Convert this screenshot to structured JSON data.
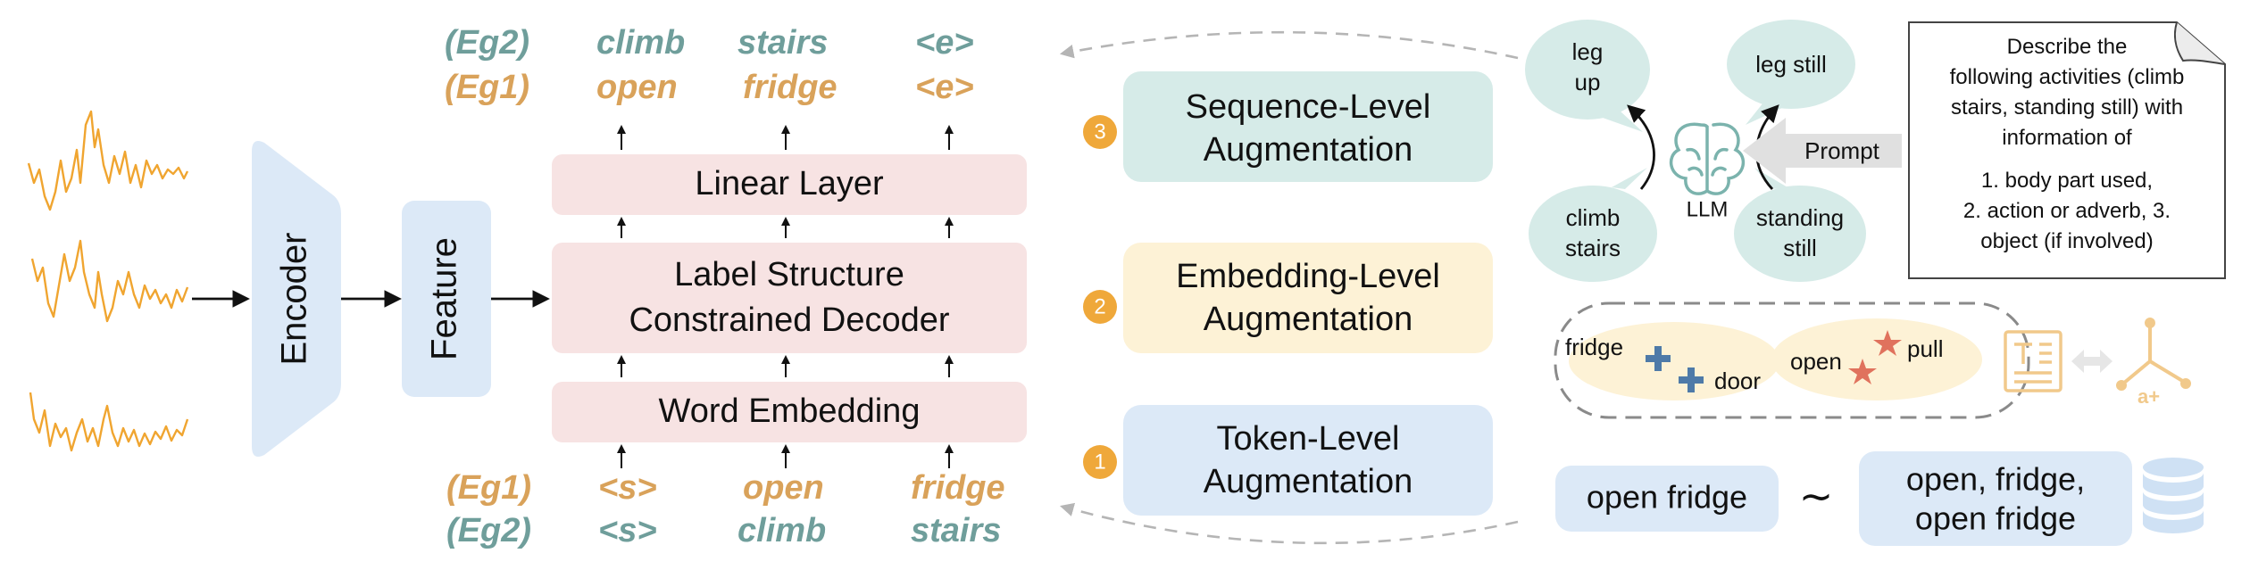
{
  "colors": {
    "teal_text": "#6f9e9b",
    "gold_text": "#d9a25a",
    "pink_box": "#f7e3e3",
    "blue_box": "#dce9f7",
    "teal_box": "#d6ebe8",
    "cream_box": "#fdf2d6",
    "orange_badge": "#efa83a",
    "signal": "#f0a530",
    "dark": "#111111",
    "gray_arrow": "#b5b5b5",
    "cross": "#4e7aa8",
    "star": "#e0725d"
  },
  "model": {
    "encoder_label": "Encoder",
    "feature_label": "Feature",
    "linear_label": "Linear Layer",
    "decoder_line1": "Label Structure",
    "decoder_line2": "Constrained Decoder",
    "embedding_label": "Word Embedding"
  },
  "outputs": {
    "eg2": {
      "tag": "(Eg2)",
      "tokens": [
        "climb",
        "stairs",
        "<e>"
      ]
    },
    "eg1": {
      "tag": "(Eg1)",
      "tokens": [
        "open",
        "fridge",
        "<e>"
      ]
    }
  },
  "inputs": {
    "eg1": {
      "tag": "(Eg1)",
      "tokens": [
        "<s>",
        "open",
        "fridge"
      ]
    },
    "eg2": {
      "tag": "(Eg2)",
      "tokens": [
        "<s>",
        "climb",
        "stairs"
      ]
    }
  },
  "augmentations": {
    "sequence": {
      "badge": "3",
      "line1": "Sequence-Level",
      "line2": "Augmentation"
    },
    "embedding": {
      "badge": "2",
      "line1": "Embedding-Level",
      "line2": "Augmentation"
    },
    "token": {
      "badge": "1",
      "line1": "Token-Level",
      "line2": "Augmentation"
    }
  },
  "llm": {
    "label": "LLM",
    "bubble_leg_up": [
      "leg",
      "up"
    ],
    "bubble_leg_still": "leg still",
    "bubble_climb": [
      "climb",
      "stairs"
    ],
    "bubble_standing": [
      "standing",
      "still"
    ],
    "prompt_label": "Prompt",
    "prompt_text": [
      "Describe the",
      "following activities (climb",
      "stairs, standing still) with",
      "information of",
      "1. body part used,",
      "2. action or adverb, 3.",
      "object (if involved)"
    ]
  },
  "embedding_space": {
    "fridge": "fridge",
    "door": "door",
    "open": "open",
    "pull": "pull"
  },
  "token_aug": {
    "left": "open fridge",
    "tilde": "∼",
    "right_line1": "open, fridge,",
    "right_line2": "open fridge"
  }
}
